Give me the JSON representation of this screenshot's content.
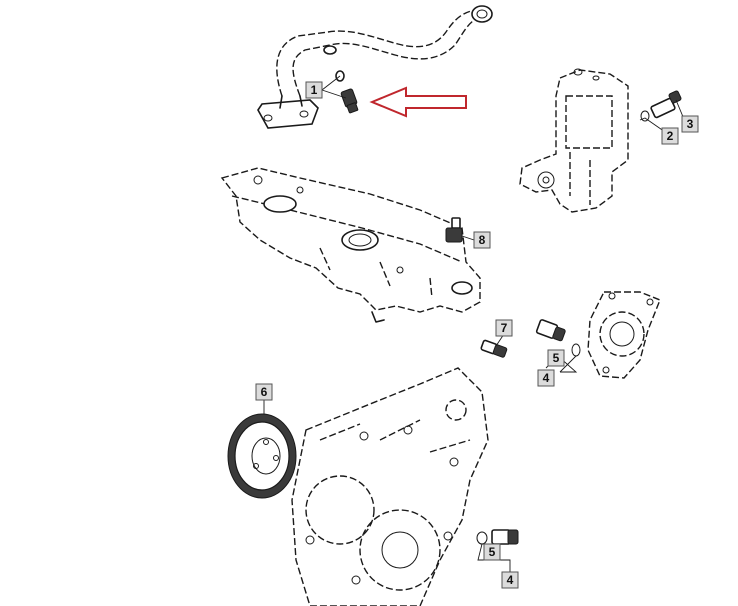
{
  "diagram": {
    "callouts": [
      {
        "id": "c1",
        "label": "1"
      },
      {
        "id": "c2",
        "label": "2"
      },
      {
        "id": "c3",
        "label": "3"
      },
      {
        "id": "c4a",
        "label": "4"
      },
      {
        "id": "c4b",
        "label": "4"
      },
      {
        "id": "c5a",
        "label": "5"
      },
      {
        "id": "c5b",
        "label": "5"
      },
      {
        "id": "c6",
        "label": "6"
      },
      {
        "id": "c7",
        "label": "7"
      },
      {
        "id": "c8",
        "label": "8"
      }
    ],
    "colors": {
      "line": "#1a1a1a",
      "callout_fill": "#dcdcdc",
      "arrow": "#c0272d"
    }
  }
}
